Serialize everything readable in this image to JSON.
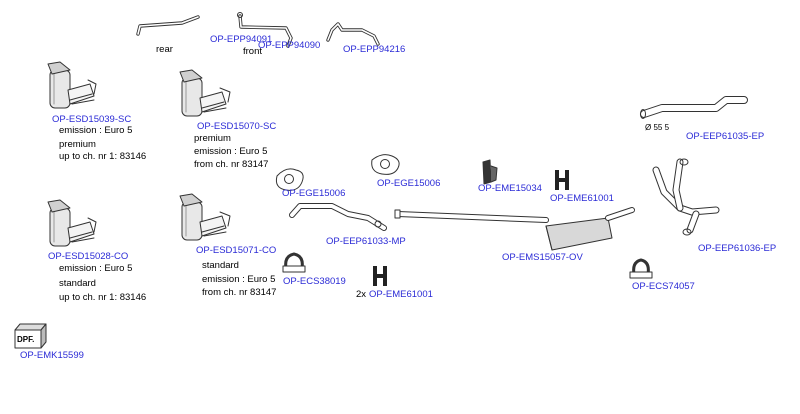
{
  "colors": {
    "code": "#2b2bd6",
    "text": "#000000",
    "line": "#333333",
    "background": "#ffffff"
  },
  "parts": {
    "epp94091": {
      "code": "OP-EPP94091",
      "note": "rear"
    },
    "epp94090": {
      "code": "OP-EPP94090",
      "note": "front"
    },
    "epp94216": {
      "code": "OP-EPP94216"
    },
    "esd15039": {
      "code": "OP-ESD15039-SC",
      "lines": [
        "emission : Euro 5",
        "premium",
        "up to ch. nr 1: 83146"
      ]
    },
    "esd15070": {
      "code": "OP-ESD15070-SC",
      "lines": [
        "premium",
        "emission : Euro 5",
        "from ch. nr 83147"
      ]
    },
    "esd15028": {
      "code": "OP-ESD15028-CO",
      "lines": [
        "emission : Euro 5",
        "standard",
        "up to ch. nr 1: 83146"
      ]
    },
    "esd15071": {
      "code": "OP-ESD15071-CO",
      "lines": [
        "standard",
        "emission : Euro 5",
        "from ch. nr 83147"
      ]
    },
    "emk15599": {
      "code": "OP-EMK15599",
      "icon_text": "DPF."
    },
    "ege15006_left": {
      "code": "OP-EGE15006"
    },
    "ege15006_mid": {
      "code": "OP-EGE15006"
    },
    "eme15034": {
      "code": "OP-EME15034"
    },
    "eme61001_top": {
      "code": "OP-EME61001"
    },
    "eep61033": {
      "code": "OP-EEP61033-MP"
    },
    "ems15057": {
      "code": "OP-EMS15057-OV"
    },
    "ecs38019": {
      "code": "OP-ECS38019"
    },
    "eme61001_bottom": {
      "code": "OP-EME61001",
      "qty": "2x"
    },
    "eep61035": {
      "code": "OP-EEP61035-EP",
      "diameter": "Ø 55 5"
    },
    "eep61036": {
      "code": "OP-EEP61036-EP"
    },
    "ecs74057": {
      "code": "OP-ECS74057"
    }
  }
}
